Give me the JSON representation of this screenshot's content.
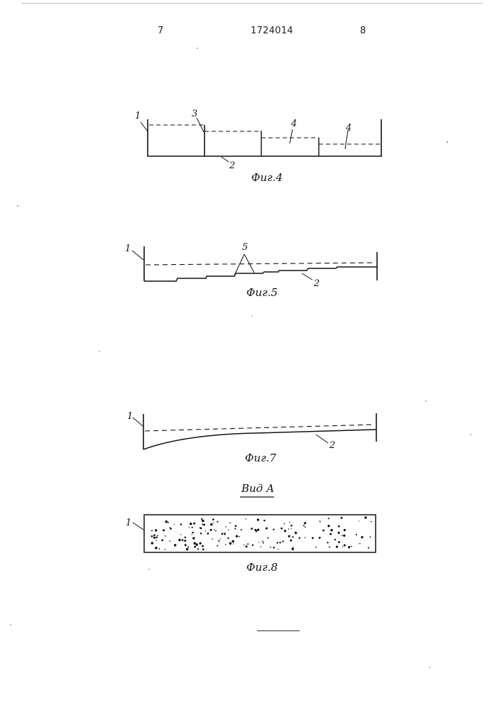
{
  "header": {
    "left_page": "7",
    "patent_number": "1724014",
    "right_page": "8"
  },
  "fig4": {
    "caption": "Фиг.4",
    "labels": [
      "1",
      "3",
      "4",
      "4",
      "2"
    ]
  },
  "fig5": {
    "caption": "Фиг.5",
    "labels": [
      "1",
      "5",
      "2"
    ]
  },
  "fig7": {
    "caption": "Фиг.7",
    "labels": [
      "1",
      "2"
    ]
  },
  "fig8": {
    "view_title": "Вид А",
    "caption": "Фиг.8",
    "labels": [
      "1"
    ]
  }
}
